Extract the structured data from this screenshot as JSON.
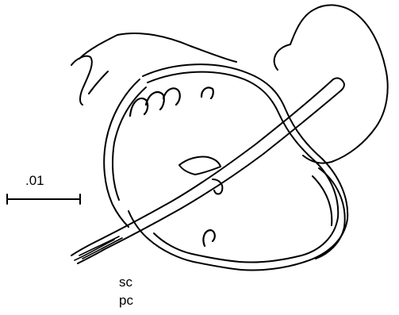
{
  "figure": {
    "scale_bar_label": ".01",
    "labels": [
      "sc",
      "pc"
    ]
  },
  "colors": {
    "ink": "#000000",
    "background": "#ffffff"
  }
}
